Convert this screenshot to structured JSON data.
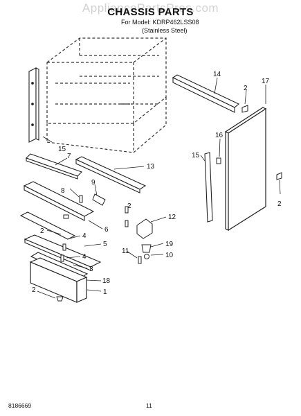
{
  "header": {
    "watermark": "AppliancePartsPros.com",
    "title": "CHASSIS PARTS",
    "subtitle": "For Model: KDRP462LSS08",
    "variant": "(Stainless Steel)"
  },
  "callouts": [
    "14",
    "2",
    "17",
    "16",
    "15",
    "15",
    "7",
    "13",
    "9",
    "8",
    "2",
    "12",
    "6",
    "2",
    "4",
    "5",
    "19",
    "11",
    "10",
    "4",
    "3",
    "18",
    "2",
    "1",
    "2"
  ],
  "footer": {
    "doc_number": "8186669",
    "page_number": "11"
  }
}
